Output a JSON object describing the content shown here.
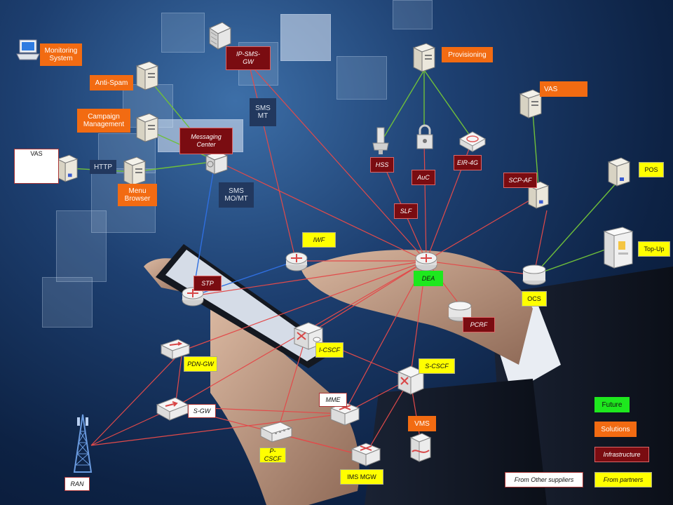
{
  "labels": {
    "monitoring": "Monitoring\nSystem",
    "ip_sms_gw": "IP-SMS-\nGW",
    "provisioning": "Provisioning",
    "anti_spam": "Anti-Spam",
    "sms_mt": "SMS\nMT",
    "vas_top": "VAS",
    "campaign": "Campaign\nManagement",
    "messaging_center": "Messaging\nCenter",
    "vas_left": "VAS",
    "http": "HTTP",
    "menu_browser": "Menu\nBrowser",
    "sms_mo_mt": "SMS\nMO/MT",
    "hss": "HSS",
    "auc": "AuC",
    "eir": "EIR-4G",
    "scp_af": "SCP-AF",
    "pos": "POS",
    "slf": "SLF",
    "iwf": "IWF",
    "top_up": "Top-Up",
    "stp": "STP",
    "dea": "DEA",
    "ocs": "OCS",
    "pcrf": "PCRF",
    "i_cscf": "I-CSCF",
    "pdn_gw": "PDN-GW",
    "s_cscf": "S-CSCF",
    "mme": "MME",
    "s_gw": "S-GW",
    "vms": "VMS",
    "p_cscf": "P-CSCF",
    "ims_mgw": "IMS MGW",
    "ran": "RAN"
  },
  "legend": {
    "future": "Future",
    "solutions": "Solutions",
    "infrastructure": "Infrastructure",
    "other_suppliers": "From Other suppliers",
    "partners": "From partners"
  },
  "colors": {
    "solutions": "#f26b12",
    "infrastructure": "#7a0c11",
    "partners": "#ffff00",
    "future": "#1ee81e",
    "interface": "#22385e",
    "link_red": "#e24a4a",
    "link_green": "#6fbf3a",
    "link_blue": "#2f6fe0"
  },
  "icons": [
    "laptop-icon",
    "server-icon",
    "firewall-icon",
    "router-icon",
    "switch-icon",
    "database-icon",
    "lock-icon",
    "antenna-icon",
    "hss-icon",
    "eir-icon",
    "topup-kiosk-icon",
    "phone-icon"
  ]
}
